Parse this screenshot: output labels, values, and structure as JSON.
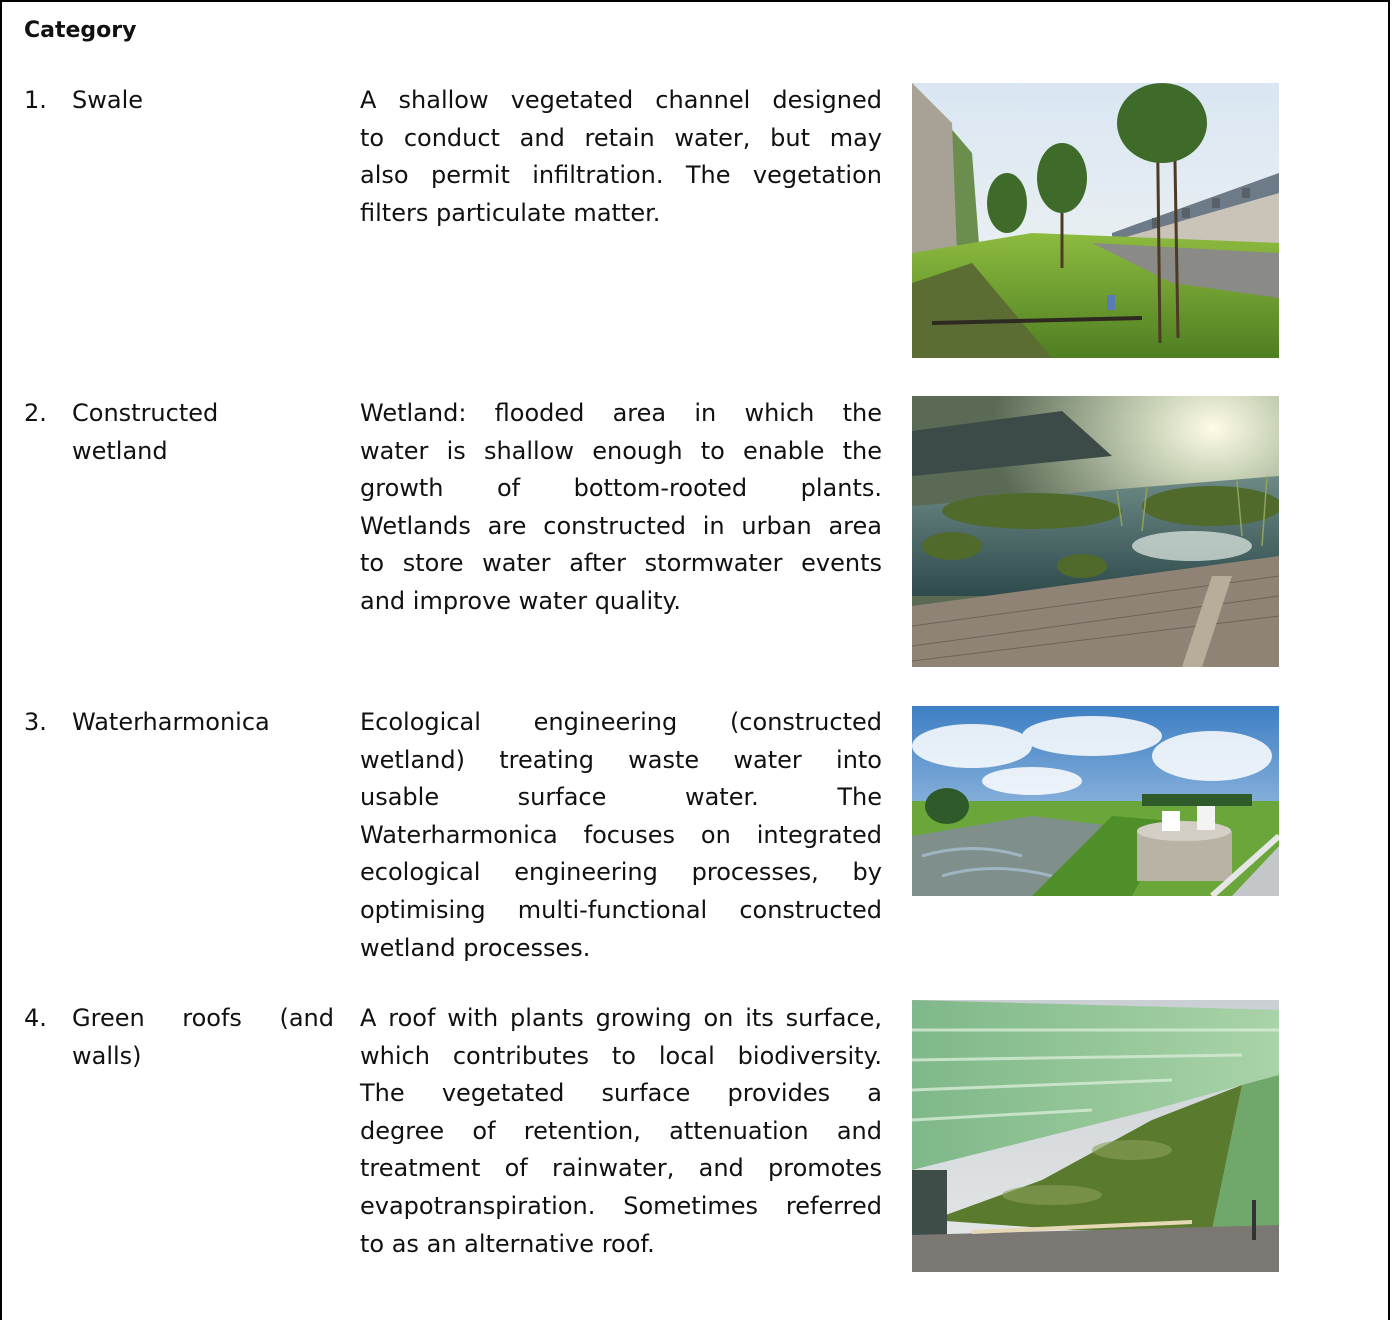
{
  "header": {
    "title": "Category"
  },
  "rows": [
    {
      "number": "1.",
      "name_lines": [
        "Swale"
      ],
      "desc_lines": [
        "A shallow vegetated channel designed",
        "to conduct and retain water, but may",
        "also permit infiltration. The vegetation",
        "filters particulate matter."
      ],
      "image": "swale-photo"
    },
    {
      "number": "2.",
      "name_lines": [
        "Constructed",
        "wetland"
      ],
      "desc_lines": [
        "Wetland: flooded area in which the",
        "water is shallow enough to enable the",
        "growth of bottom-rooted plants.",
        "Wetlands are constructed in urban area",
        "to store water after stormwater events",
        "and improve water quality."
      ],
      "image": "wetland-photo"
    },
    {
      "number": "3.",
      "name_lines": [
        "Waterharmonica"
      ],
      "desc_lines": [
        "Ecological engineering (constructed",
        "wetland) treating waste water into",
        "usable surface water. The",
        "Waterharmonica focuses on integrated",
        "ecological engineering processes, by",
        "optimising multi-functional constructed",
        "wetland processes."
      ],
      "image": "waterharmonica-photo"
    },
    {
      "number": "4.",
      "name_lines": [
        "Green roofs (and",
        "walls)"
      ],
      "desc_lines": [
        "A roof with plants growing on its surface,",
        "which contributes to local biodiversity.",
        "The vegetated surface provides a",
        "degree of retention, attenuation and",
        "treatment of rainwater, and promotes",
        "evapotranspiration. Sometimes referred",
        "to as an alternative roof."
      ],
      "image": "green-roof-photo"
    }
  ]
}
